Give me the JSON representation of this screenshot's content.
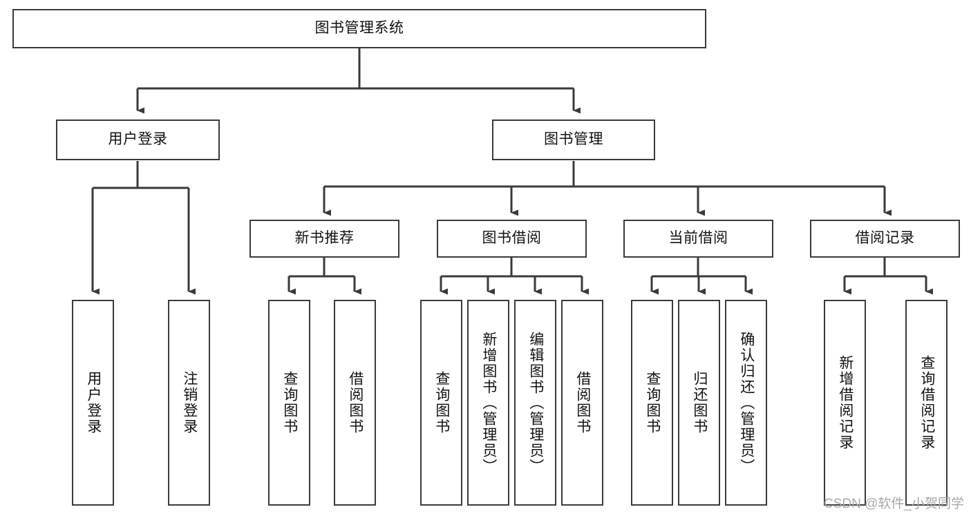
{
  "diagram": {
    "title": "图书管理系统",
    "type": "functional-structure-tree",
    "orientation": "top-down",
    "watermark": "CSDN @软件_小贺同学",
    "colors": {
      "border": "#3a3a3a",
      "edge": "#3a3a3a",
      "background": "#ffffff",
      "text": "#111111",
      "watermark": "#a8a8a8"
    },
    "levels": [
      {
        "level": 1,
        "nodes": [
          {
            "id": "root",
            "label": "图书管理系统",
            "orientation": "horizontal"
          }
        ]
      },
      {
        "level": 2,
        "nodes": [
          {
            "id": "user-login",
            "label": "用户登录",
            "orientation": "horizontal",
            "parent": "root"
          },
          {
            "id": "book-manage",
            "label": "图书管理",
            "orientation": "horizontal",
            "parent": "root"
          }
        ]
      },
      {
        "level": 3,
        "nodes": [
          {
            "id": "new-book-rec",
            "label": "新书推荐",
            "orientation": "horizontal",
            "parent": "book-manage"
          },
          {
            "id": "book-borrow",
            "label": "图书借阅",
            "orientation": "horizontal",
            "parent": "book-manage"
          },
          {
            "id": "current-borrow",
            "label": "当前借阅",
            "orientation": "horizontal",
            "parent": "book-manage"
          },
          {
            "id": "borrow-record",
            "label": "借阅记录",
            "orientation": "horizontal",
            "parent": "book-manage"
          }
        ]
      },
      {
        "level": 4,
        "nodes": [
          {
            "id": "leaf-1",
            "label": "用户登录",
            "orientation": "vertical",
            "parent": "user-login"
          },
          {
            "id": "leaf-2",
            "label": "注销登录",
            "orientation": "vertical",
            "parent": "user-login"
          },
          {
            "id": "leaf-3",
            "label": "查询图书",
            "orientation": "vertical",
            "parent": "new-book-rec"
          },
          {
            "id": "leaf-4",
            "label": "借阅图书",
            "orientation": "vertical",
            "parent": "new-book-rec"
          },
          {
            "id": "leaf-5",
            "label": "查询图书",
            "orientation": "vertical",
            "parent": "book-borrow"
          },
          {
            "id": "leaf-6",
            "label": "新增图书（管理员）",
            "orientation": "vertical",
            "parent": "book-borrow"
          },
          {
            "id": "leaf-7",
            "label": "编辑图书（管理员）",
            "orientation": "vertical",
            "parent": "book-borrow"
          },
          {
            "id": "leaf-8",
            "label": "借阅图书",
            "orientation": "vertical",
            "parent": "book-borrow"
          },
          {
            "id": "leaf-9",
            "label": "查询图书",
            "orientation": "vertical",
            "parent": "current-borrow"
          },
          {
            "id": "leaf-10",
            "label": "归还图书",
            "orientation": "vertical",
            "parent": "current-borrow"
          },
          {
            "id": "leaf-11",
            "label": "确认归还（管理员）",
            "orientation": "vertical",
            "parent": "current-borrow"
          },
          {
            "id": "leaf-12",
            "label": "新增借阅记录",
            "orientation": "vertical",
            "parent": "borrow-record"
          },
          {
            "id": "leaf-13",
            "label": "查询借阅记录",
            "orientation": "vertical",
            "parent": "borrow-record"
          }
        ]
      }
    ]
  }
}
